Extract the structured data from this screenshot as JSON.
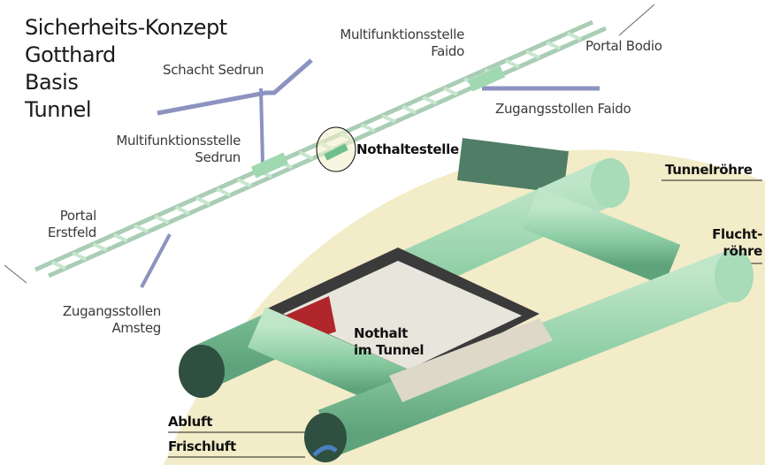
{
  "title": [
    "Sicherheits-Konzept",
    "Gotthard",
    "Basis",
    "Tunnel"
  ],
  "labels": {
    "schacht_sedrun": "Schacht Sedrun",
    "mfs_faido_1": "Multifunktionsstelle",
    "mfs_faido_2": "Faido",
    "portal_bodio": "Portal Bodio",
    "zugang_faido": "Zugangsstollen Faido",
    "mfs_sedrun_1": "Multifunktionsstelle",
    "mfs_sedrun_2": "Sedrun",
    "nothaltestelle": "Nothaltestelle",
    "portal_erstfeld_1": "Portal",
    "portal_erstfeld_2": "Erstfeld",
    "zugang_amsteg_1": "Zugangsstollen",
    "zugang_amsteg_2": "Amsteg"
  },
  "detail": {
    "tunnelroehre": "Tunnelröhre",
    "flucht_1": "Flucht-",
    "flucht_2": "röhre",
    "nothalt_1": "Nothalt",
    "nothalt_2": "im Tunnel",
    "abluft": "Abluft",
    "frischluft": "Frischluft"
  },
  "colors": {
    "tube": "#8fcfa6",
    "shaft": "#8c93c0",
    "bg_detail": "#f2ecc8"
  }
}
